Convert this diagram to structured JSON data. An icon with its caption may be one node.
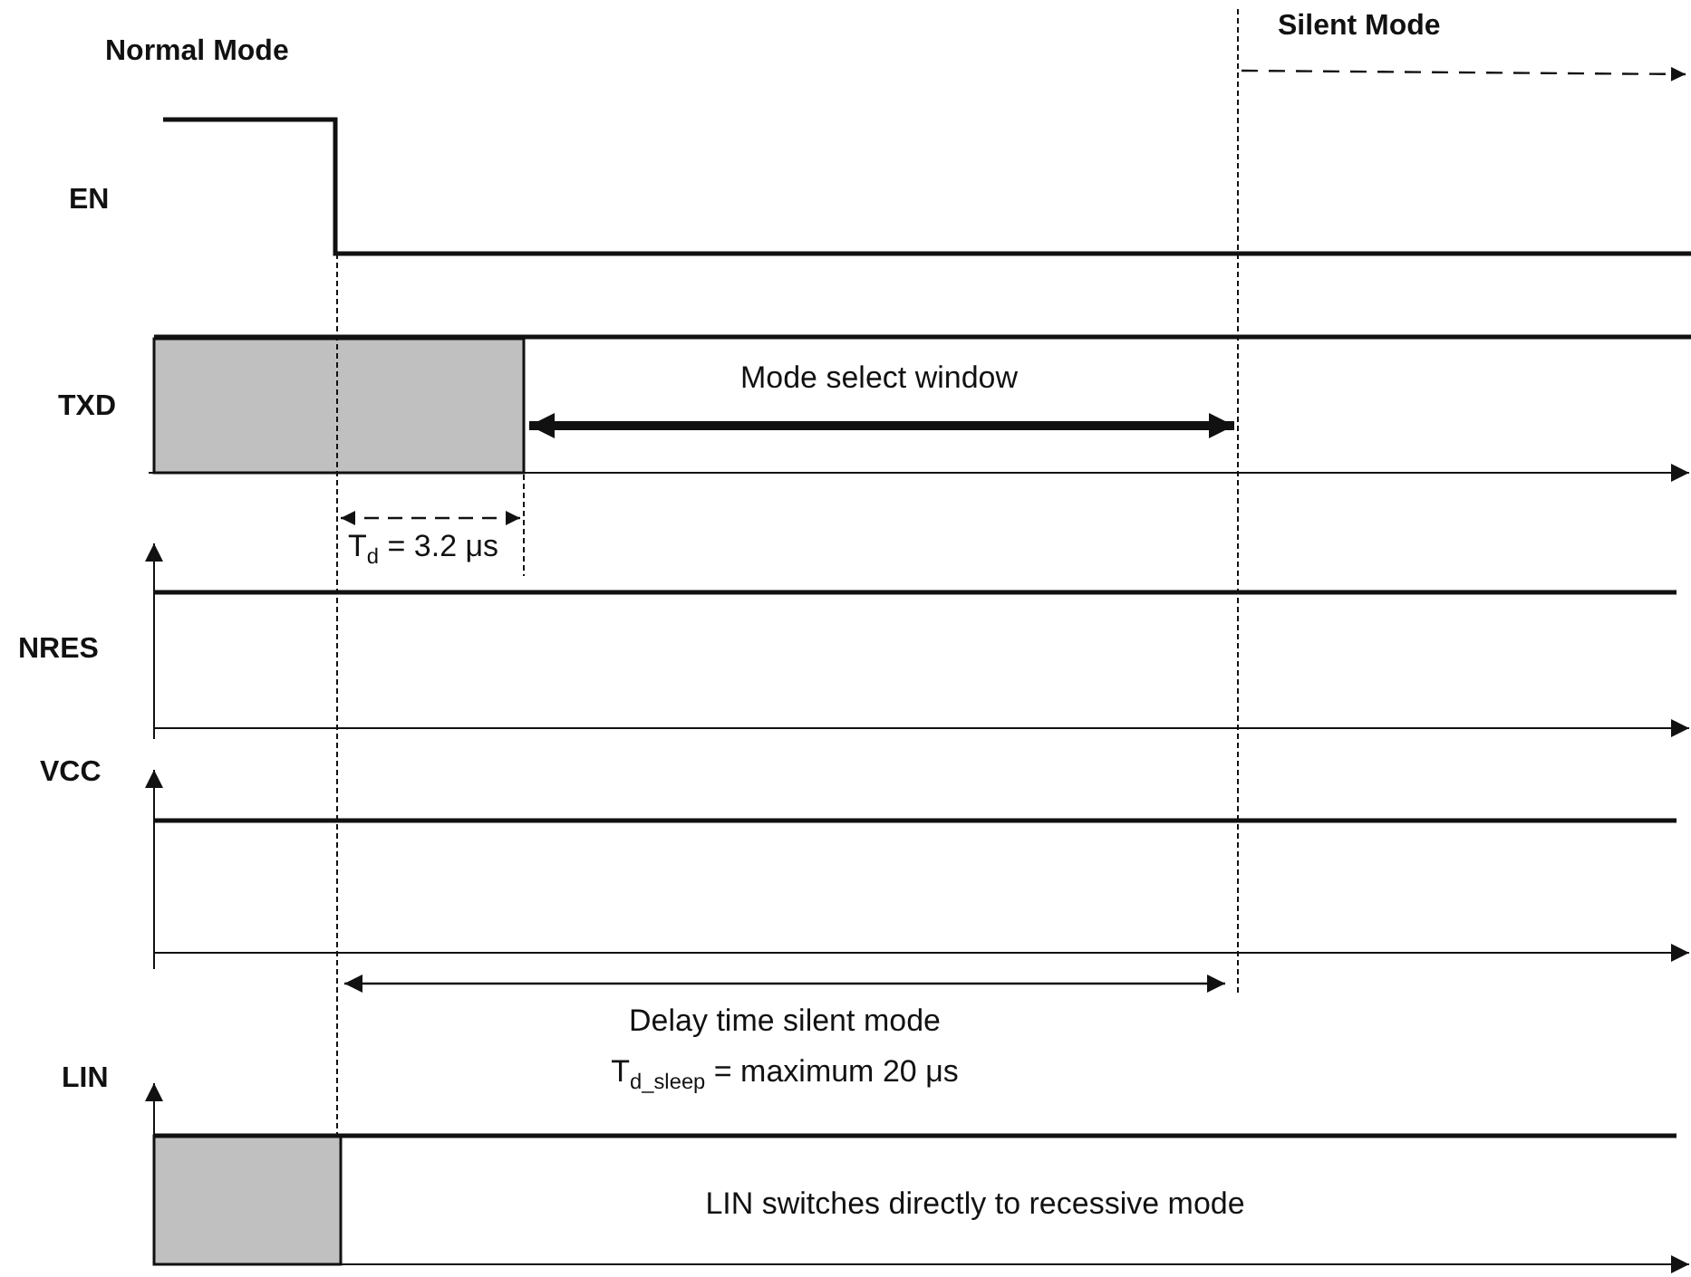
{
  "diagram": {
    "labels": [
      "Normal Mode",
      "Silent Mode",
      "EN",
      "TXD",
      "Mode select window",
      "T$_{d}$ = 3.2 μs",
      "NRES",
      "VCC",
      "Delay time silent mode",
      "T$_{d_sleep}$ = maximum 20 μs",
      "LIN",
      "LIN switches directly to recessive mode"
    ]
  }
}
